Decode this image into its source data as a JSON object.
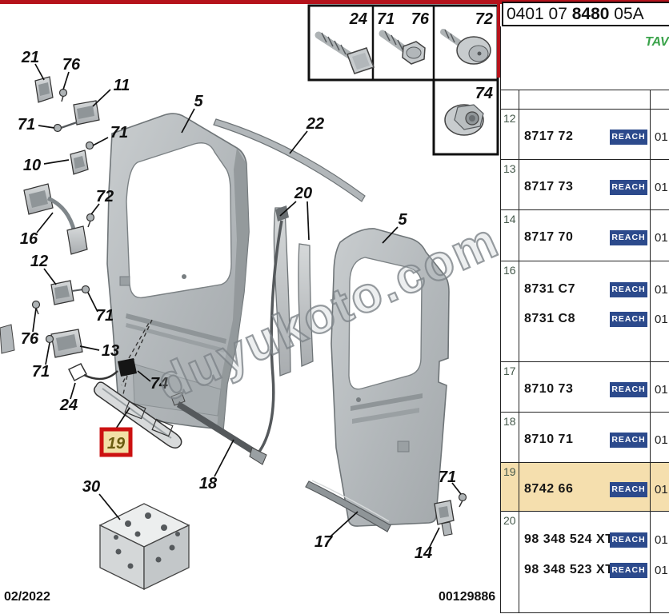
{
  "header": {
    "code_prefix": "0401 07 ",
    "code_bold": "8480",
    "code_suffix": " 05A",
    "tav_label": "TAV"
  },
  "footer": {
    "date": "02/2022",
    "doc_number": "00129886"
  },
  "watermark": "duyukoto.com",
  "colors": {
    "accent_red": "#b5121b",
    "callout_box_fill": "#f2dfa6",
    "row_highlight": "#f5dfae",
    "reach_badge": "#2c4a8c",
    "tav_green": "#3aa34a"
  },
  "fastener_box": {
    "cells": [
      {
        "labels": [
          "24"
        ]
      },
      {
        "labels": [
          "71",
          "76"
        ]
      },
      {
        "labels": [
          "72"
        ]
      },
      {
        "labels": [
          "74"
        ]
      }
    ]
  },
  "diagram": {
    "callouts": [
      {
        "label": "21"
      },
      {
        "label": "76"
      },
      {
        "label": "11"
      },
      {
        "label": "71"
      },
      {
        "label": "71"
      },
      {
        "label": "10"
      },
      {
        "label": "72"
      },
      {
        "label": "16"
      },
      {
        "label": "12"
      },
      {
        "label": "71"
      },
      {
        "label": "76"
      },
      {
        "label": "13"
      },
      {
        "label": "71"
      },
      {
        "label": "74"
      },
      {
        "label": "24"
      },
      {
        "label": "19"
      },
      {
        "label": "30"
      },
      {
        "label": "18"
      },
      {
        "label": "5"
      },
      {
        "label": "22"
      },
      {
        "label": "20"
      },
      {
        "label": "5"
      },
      {
        "label": "17"
      },
      {
        "label": "71"
      },
      {
        "label": "14"
      }
    ]
  },
  "table": {
    "rows": [
      {
        "num": "12",
        "parts": [
          {
            "ref": "8717 72",
            "badge": "REACH",
            "qty": "01"
          }
        ]
      },
      {
        "num": "13",
        "parts": [
          {
            "ref": "8717 73",
            "badge": "REACH",
            "qty": "01"
          }
        ]
      },
      {
        "num": "14",
        "parts": [
          {
            "ref": "8717 70",
            "badge": "REACH",
            "qty": "01"
          }
        ]
      },
      {
        "num": "16",
        "parts": [
          {
            "ref": "8731 C7",
            "badge": "REACH",
            "qty": "01"
          },
          {
            "ref": "8731 C8",
            "badge": "REACH",
            "qty": "01"
          }
        ]
      },
      {
        "num": "17",
        "parts": [
          {
            "ref": "8710 73",
            "badge": "REACH",
            "qty": "01"
          }
        ]
      },
      {
        "num": "18",
        "parts": [
          {
            "ref": "8710 71",
            "badge": "REACH",
            "qty": "01"
          }
        ]
      },
      {
        "num": "19",
        "parts": [
          {
            "ref": "8742 66",
            "badge": "REACH",
            "qty": "01"
          }
        ]
      },
      {
        "num": "20",
        "parts": [
          {
            "ref": "98 348 524 XT",
            "badge": "REACH",
            "qty": "01"
          },
          {
            "ref": "98 348 523 XT",
            "badge": "REACH",
            "qty": "01"
          }
        ]
      }
    ]
  }
}
